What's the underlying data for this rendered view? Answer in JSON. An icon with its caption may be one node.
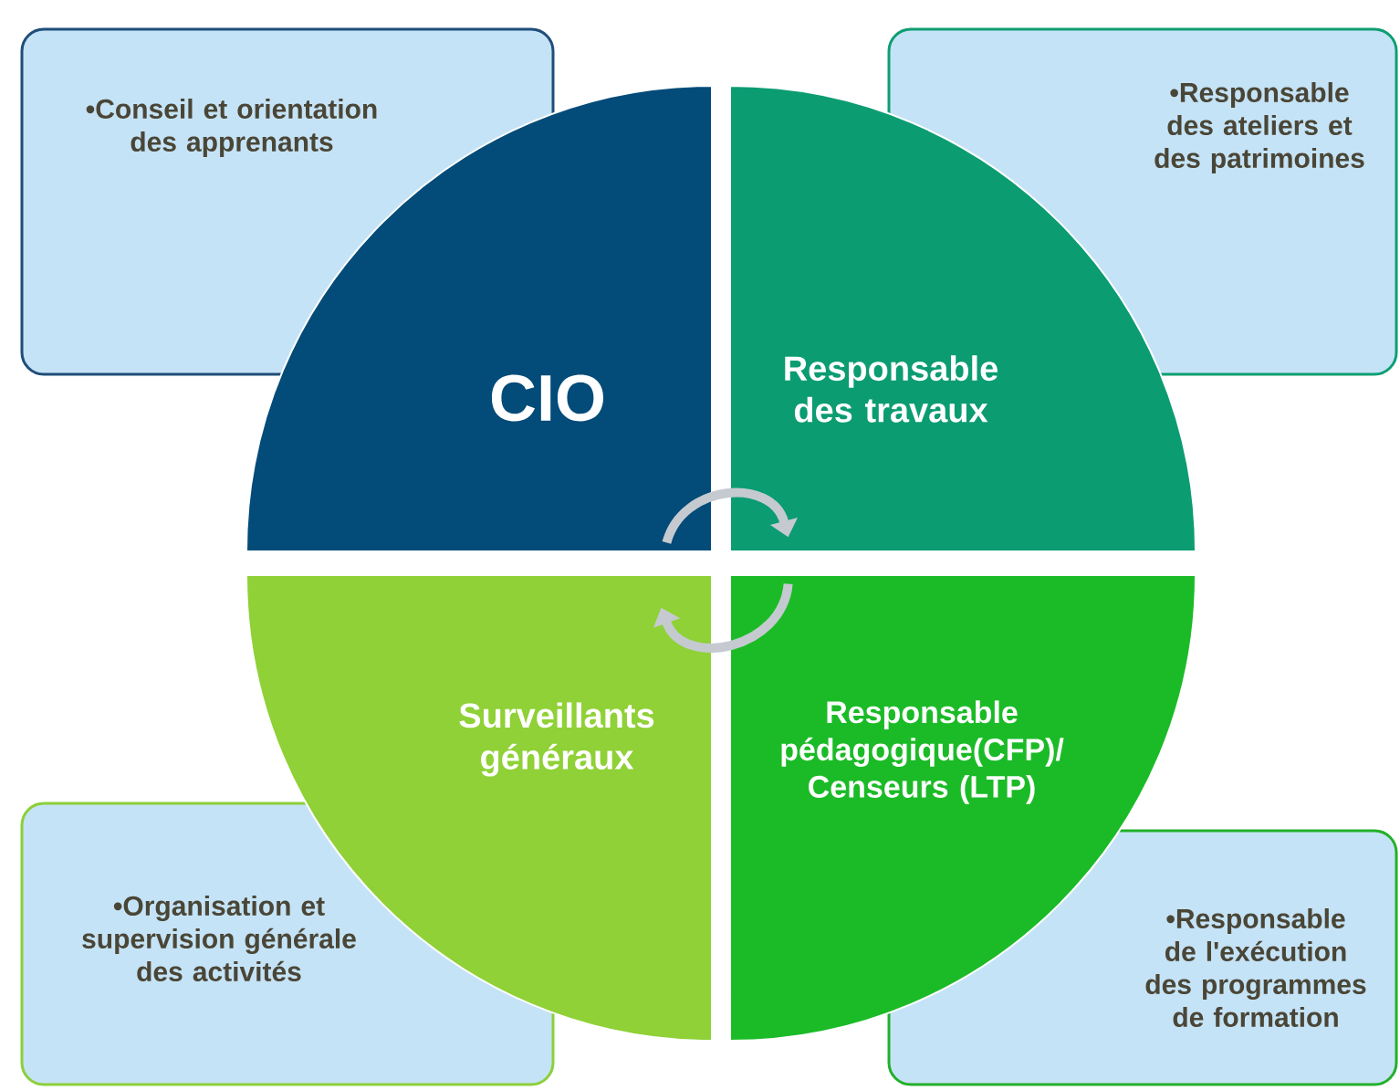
{
  "diagram": {
    "nodes": [
      {
        "text": [
          "•Conseil et orientation des apprenants"
        ]
      },
      {
        "text": [
          "•Responsable des ateliers et des patrimoines"
        ]
      },
      {
        "text": [
          "•Organisation et supervision générale des activités"
        ]
      },
      {
        "text": [
          "•Responsable de l'exécution des programmes de formation"
        ]
      },
      {
        "text": [
          "CIO"
        ]
      },
      {
        "text": [
          "Responsable des travaux"
        ]
      },
      {
        "text": [
          "Surveillants généraux"
        ]
      },
      {
        "text": [
          "Responsable pédagogique(CFP)/ Censeurs (LTP)"
        ]
      }
    ],
    "edges": [
      {
        "from": 4,
        "to": 5,
        "arrow": "to"
      },
      {
        "from": 7,
        "to": 6,
        "arrow": "to"
      }
    ]
  }
}
